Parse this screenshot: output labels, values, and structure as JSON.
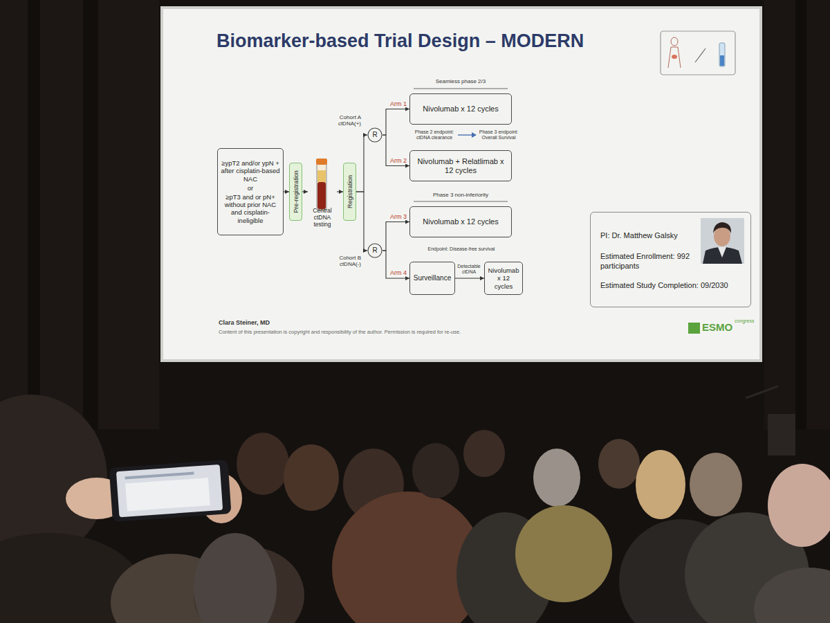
{
  "diagram": {
    "title": "Biomarker-based Trial Design – MODERN",
    "nodes": [
      {
        "text": [
          "≥ypT2 and/or ypN + after cisplatin-based NAC",
          "or",
          "≥pT3 and or pN+ without prior NAC and cisplatin-ineligible"
        ]
      },
      {
        "text": [
          "Pre-registration"
        ]
      },
      {
        "text": [
          "Central ctDNA testing"
        ]
      },
      {
        "text": [
          "Registration"
        ]
      },
      {
        "text": [
          "R"
        ]
      },
      {
        "text": [
          "Arm 1",
          "Nivolumab x 12 cycles"
        ]
      },
      {
        "text": [
          "Arm 2",
          "Nivolumab + Relatlimab x 12 cycles"
        ]
      },
      {
        "text": [
          "R"
        ]
      },
      {
        "text": [
          "Arm 3",
          "Nivolumab x 12 cycles"
        ]
      },
      {
        "text": [
          "Arm 4",
          "Surveillance"
        ]
      },
      {
        "text": [
          "Nivolumab x 12 cycles"
        ]
      },
      {
        "text": [
          "PI: Dr. Matthew Galsky",
          "Estimated Enrollment: 992 participants",
          "Estimated Study Completion: 09/2030"
        ]
      }
    ],
    "edges": [
      {
        "from": 0,
        "to": 1,
        "arrow": "to"
      },
      {
        "from": 1,
        "to": 2,
        "arrow": "to"
      },
      {
        "from": 2,
        "to": 3,
        "arrow": "to"
      },
      {
        "from": 3,
        "to": 4,
        "label": "Cohort A ctDNA(+)",
        "arrow": "to"
      },
      {
        "from": 3,
        "to": 7,
        "label": "Cohort B ctDNA(-)",
        "arrow": "to"
      },
      {
        "from": 4,
        "to": 5,
        "arrow": "to"
      },
      {
        "from": 4,
        "to": 6,
        "arrow": "to"
      },
      {
        "from": 7,
        "to": 8,
        "arrow": "to"
      },
      {
        "from": 7,
        "to": 9,
        "arrow": "to"
      },
      {
        "from": 9,
        "to": 10,
        "label": "Detectable ctDNA",
        "arrow": "to"
      }
    ],
    "labels": [
      "Seamless phase 2/3",
      "Phase 2 endpoint: ctDNA clearance",
      "Phase 3 endpoint: Overall Survival",
      "Phase 3 non-inferiority",
      "Endpoint: Disease-free survival",
      "Clara Steiner, MD",
      "Content of this presentation is copyright and responsibility of the author. Permission is required for re-use.",
      "ESMO",
      "congress"
    ]
  }
}
